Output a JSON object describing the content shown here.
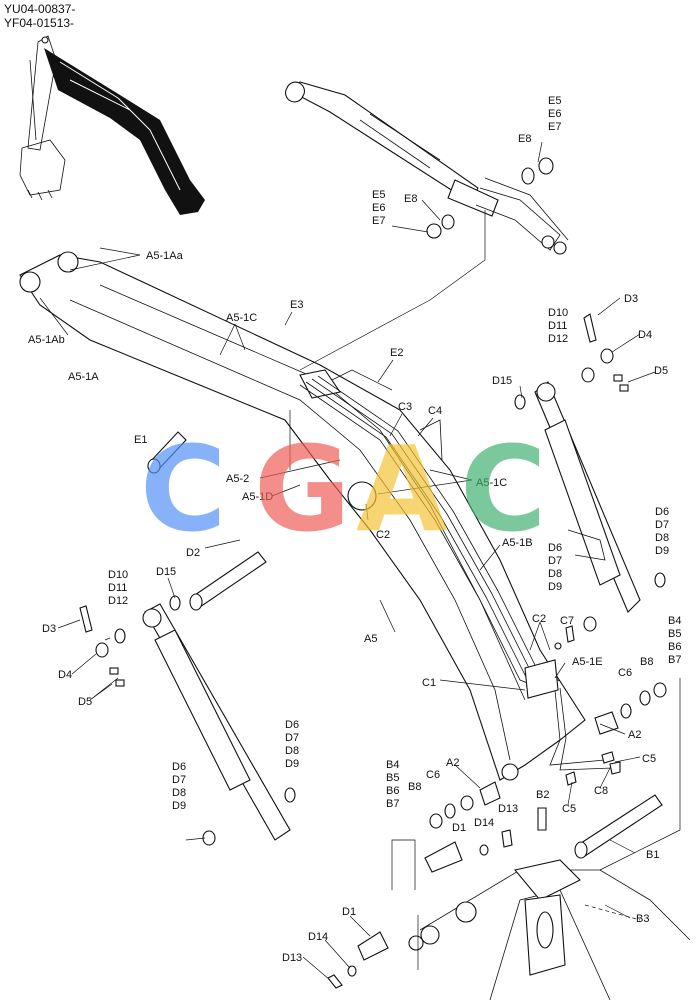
{
  "header": {
    "line1": "YU04-00837-",
    "line2": "YF04-01513-"
  },
  "watermark": {
    "letters": [
      "C",
      "G",
      "A",
      "C"
    ],
    "colors": [
      "#4f8ef7",
      "#ef5a55",
      "#f5c232",
      "#3dae6e"
    ]
  },
  "thumbnail": {
    "icon": "excavator-arm-icon"
  },
  "labels": {
    "a5_1aa": "A5-1Aa",
    "a5_1ab_line1": "A5-1Ab",
    "a5_1a": "A5-1A",
    "a5_1c_top": "A5-1C",
    "e3": "E3",
    "e2": "E2",
    "c3": "C3",
    "c4": "C4",
    "e1": "E1",
    "a5_2": "A5-2",
    "a5_1d": "A5-1D",
    "a5_1c_mid": "A5-1C",
    "c2_mid": "C2",
    "a5_1b": "A5-1B",
    "d2": "D2",
    "a5": "A5",
    "c2_right": "C2",
    "c7": "C7",
    "a5_1e": "A5-1E",
    "c1": "C1",
    "a2_right": "A2",
    "c5_right": "C5",
    "c8": "C8",
    "c5_low": "C5",
    "c6_right": "C6",
    "b8_right": "B8",
    "a2_mid": "A2",
    "c6_mid": "C6",
    "b8_mid": "B8",
    "b2": "B2",
    "d13_mid": "D13",
    "d14_mid": "D14",
    "d1_mid": "D1",
    "b1": "B1",
    "b3": "B3",
    "d1_low": "D1",
    "d14_low": "D14",
    "d13_low": "D13",
    "d15_left": "D15",
    "d3_left": "D3",
    "d4_left": "D4",
    "d5_left": "D5",
    "d15_right": "D15",
    "d3_right": "D3",
    "d4_right": "D4",
    "d5_right": "D5",
    "e8_upper": "E8",
    "e8_lower": "E8"
  },
  "label_stacks": {
    "e5_e6_e7_top": [
      "E5",
      "E6",
      "E7"
    ],
    "e5_e6_e7_mid": [
      "E5",
      "E6",
      "E7"
    ],
    "d10_d12_right": [
      "D10",
      "D11",
      "D12"
    ],
    "d10_d12_left": [
      "D10",
      "D11",
      "D12"
    ],
    "d6_d9_right_a": [
      "D6",
      "D7",
      "D8",
      "D9"
    ],
    "d6_d9_right_b": [
      "D6",
      "D7",
      "D8",
      "D9"
    ],
    "d6_d9_left_a": [
      "D6",
      "D7",
      "D8",
      "D9"
    ],
    "d6_d9_left_b": [
      "D6",
      "D7",
      "D8",
      "D9"
    ],
    "b4_b7_right": [
      "B4",
      "B5",
      "B6",
      "B7"
    ],
    "b4_b7_left": [
      "B4",
      "B5",
      "B6",
      "B7"
    ]
  }
}
